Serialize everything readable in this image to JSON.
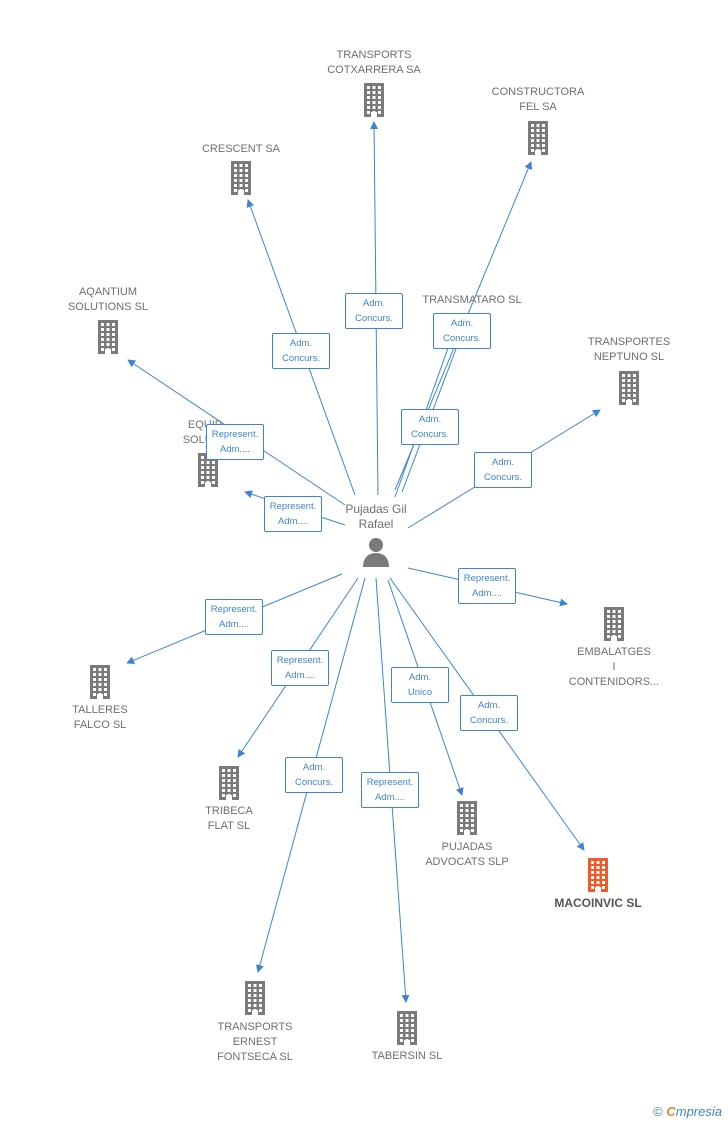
{
  "center": {
    "name": "Pujadas Gil\nRafael",
    "icon": "person-icon"
  },
  "colors": {
    "node": "#7a7a7a",
    "highlight": "#f05a28",
    "edge": "#3d84d4",
    "label_text": "#3d84d4"
  },
  "nodes": [
    {
      "id": "cotxarrera",
      "label": "TRANSPORTS\nCOTXARRERA SA",
      "icon": "building-icon",
      "highlight": false
    },
    {
      "id": "constructora",
      "label": "CONSTRUCTORA\nFEL SA",
      "icon": "building-icon",
      "highlight": false
    },
    {
      "id": "crescent",
      "label": "CRESCENT SA",
      "icon": "building-icon",
      "highlight": false
    },
    {
      "id": "aqantium",
      "label": "AQANTIUM\nSOLUTIONS  SL",
      "icon": "building-icon",
      "highlight": false
    },
    {
      "id": "transmataro",
      "label": "TRANSMATARO SL",
      "icon": "building-icon",
      "highlight": false
    },
    {
      "id": "neptuno",
      "label": "TRANSPORTES\nNEPTUNO SL",
      "icon": "building-icon",
      "highlight": false
    },
    {
      "id": "equip",
      "label": "EQUIP\nSOLUT...",
      "icon": "building-icon",
      "highlight": false
    },
    {
      "id": "embalatges",
      "label": "EMBALATGES\nI\nCONTENIDORS...",
      "icon": "building-icon",
      "highlight": false
    },
    {
      "id": "talleres",
      "label": "TALLERES\nFALCO SL",
      "icon": "building-icon",
      "highlight": false
    },
    {
      "id": "tribeca",
      "label": "TRIBECA\nFLAT SL",
      "icon": "building-icon",
      "highlight": false
    },
    {
      "id": "pujadas",
      "label": "PUJADAS\nADVOCATS SLP",
      "icon": "building-icon",
      "highlight": false
    },
    {
      "id": "macoinvic",
      "label": "MACOINVIC SL",
      "icon": "building-icon",
      "highlight": true
    },
    {
      "id": "ernest",
      "label": "TRANSPORTS\nERNEST\nFONTSECA SL",
      "icon": "building-icon",
      "highlight": false
    },
    {
      "id": "tabersin",
      "label": "TABERSIN SL",
      "icon": "building-icon",
      "highlight": false
    }
  ],
  "edges": [
    {
      "to": "cotxarrera",
      "label": "Adm.\nConcurs."
    },
    {
      "to": "constructora",
      "label": "Adm.\nConcurs."
    },
    {
      "to": "crescent",
      "label": "Adm.\nConcurs."
    },
    {
      "to": "aqantium",
      "label": "Represent.\nAdm...."
    },
    {
      "to": "transmataro",
      "label": "Adm.\nConcurs."
    },
    {
      "to": "neptuno",
      "label": "Adm.\nConcurs."
    },
    {
      "to": "equip",
      "label": "Represent.\nAdm...."
    },
    {
      "to": "embalatges",
      "label": "Represent.\nAdm...."
    },
    {
      "to": "talleres",
      "label": "Represent.\nAdm...."
    },
    {
      "to": "tribeca",
      "label": "Represent.\nAdm...."
    },
    {
      "to": "pujadas",
      "label": "Adm.\nUnico"
    },
    {
      "to": "macoinvic",
      "label": "Adm.\nConcurs."
    },
    {
      "to": "ernest",
      "label": "Adm.\nConcurs."
    },
    {
      "to": "tabersin",
      "label": "Represent.\nAdm...."
    },
    {
      "to": "transmataro",
      "label": "Adm.\nConcurs."
    }
  ],
  "footer": {
    "symbol": "©",
    "brand_initial": "C",
    "brand_rest": "mpresia"
  }
}
